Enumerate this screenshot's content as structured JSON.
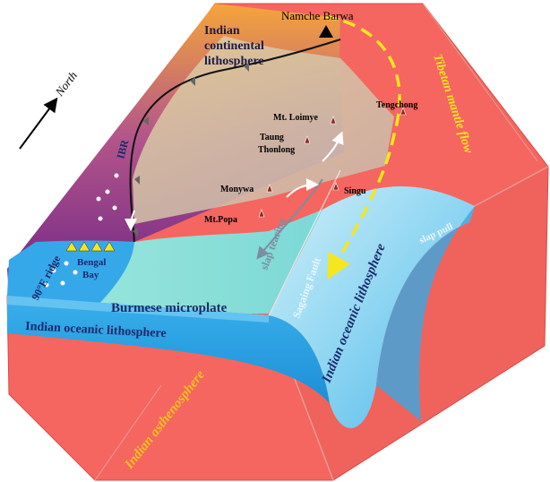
{
  "labels": {
    "north": "North",
    "namche_barwa": "Namche Barwa",
    "indian_continental_1": "Indian",
    "indian_continental_2": "continental",
    "indian_continental_3": "lithosphere",
    "tibetan_mantle_flow": "Tibetan mantle flow",
    "tengchong": "Tengchong",
    "mt_loimye": "Mt. Loimye",
    "taung_thonlong_1": "Taung",
    "taung_thonlong_2": "Thonlong",
    "ibr": "IBR",
    "monywa": "Monywa",
    "singu": "Singu",
    "mt_popa": "Mt.Popa",
    "slap_tearing": "slap tearing",
    "slap_pull": "slap pull",
    "bengal_bay_1": "Bengal",
    "bengal_bay_2": "Bay",
    "ninety_e_ridge": "90°E ridge",
    "burmese_microplate": "Burmese microplate",
    "sagaing_fault": "Sagaing Fault",
    "indian_oceanic_front": "Indian oceanic lithosphere",
    "indian_oceanic_side": "Indian oceanic lithosphere",
    "indian_asthenosphere": "Indian asthenosphere"
  },
  "colors": {
    "asthenosphere": "#f4665f",
    "asthenosphere_dark": "#e85a55",
    "continental_orange": "#f2a23a",
    "continental_purple": "#7a2a86",
    "overlay_beige": "#d9c9a8",
    "burmese_teal": "#8fe3d6",
    "oceanic_blue": "#2ea6e6",
    "oceanic_light": "#7fd0f2",
    "mantle_flow": "#f5e61e",
    "text_navy": "#1a2a6c"
  }
}
